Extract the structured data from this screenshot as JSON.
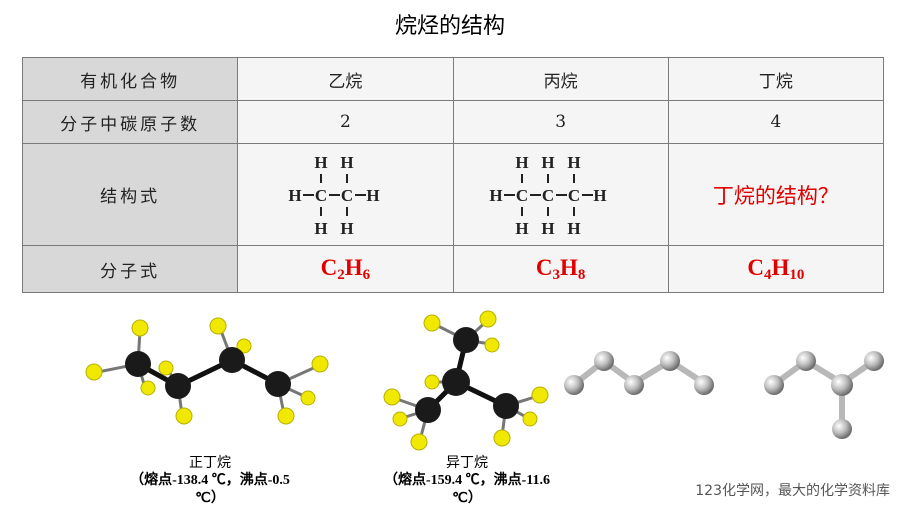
{
  "title": "烷烃的结构",
  "table": {
    "headers": [
      "有机化合物",
      "乙烷",
      "丙烷",
      "丁烷"
    ],
    "row_carbon": {
      "label": "分子中碳原子数",
      "values": [
        "2",
        "3",
        "4"
      ]
    },
    "row_struct": {
      "label": "结构式",
      "question": "丁烷的结构？"
    },
    "row_formula": {
      "label": "分子式"
    }
  },
  "captions": {
    "n_butane": {
      "name": "正丁烷",
      "line2": "（熔点-138.4 ℃，沸点-0.5",
      "line3": "℃）"
    },
    "isobutane": {
      "name": "异丁烷",
      "line2": "（熔点-159.4 ℃，沸点-11.6",
      "line3": "℃）"
    }
  },
  "watermark": "123化学网，最大的化学资料库",
  "colors": {
    "accent_red": "#e00000",
    "header_gray": "#d8d8d8",
    "carbon": "#1a1a1a",
    "hydrogen": "#f0e800"
  }
}
